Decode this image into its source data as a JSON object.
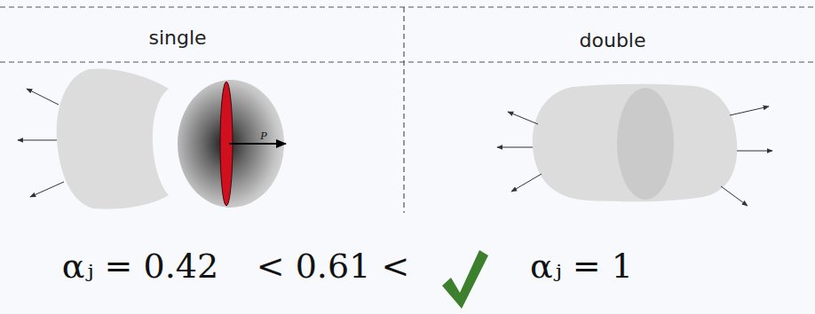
{
  "diagram": {
    "labels": [
      "single",
      "double",
      "P",
      "αⱼ = 0.42",
      "< 0.61 <",
      "αⱼ = 1"
    ]
  }
}
